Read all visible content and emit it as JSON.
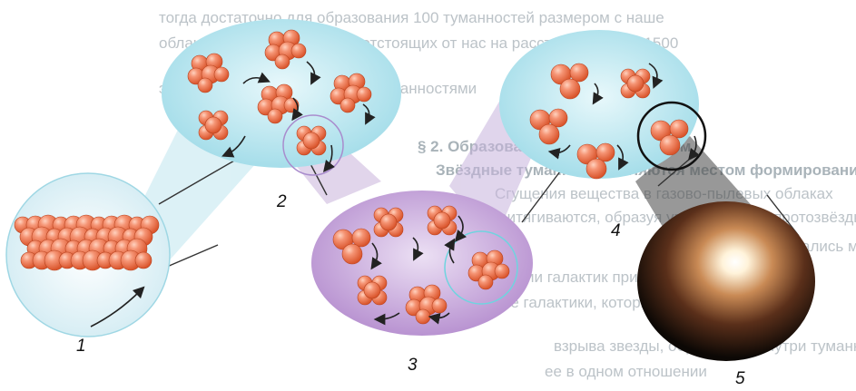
{
  "background_text": [
    "тогда достаточно для образования 100 туманностей размером с наше",
    "облака Вселенной. Одна из отстоящих от нас на расстояние около 1500",
    "эволюции галактик связаны с туманностями",
    "§ 2. Образование звёзд и их систем",
    "Звёздные туманности являются местом формирования звёзд.",
    "Сгущения вещества в газово-пылевых облаках",
    "притягиваются, образуя уплотнения — протозвёзды",
    "так образовались молодые звёзды",
    "эволюции галактик при помощи тяготения",
    "в ядре галактики, который называется",
    "взрыва звезды, образуемой внутри туманности",
    "ее в одном отношении"
  ],
  "stages": [
    {
      "id": 1,
      "label": "1"
    },
    {
      "id": 2,
      "label": "2"
    },
    {
      "id": 3,
      "label": "3"
    },
    {
      "id": 4,
      "label": "4"
    },
    {
      "id": 5,
      "label": "5"
    }
  ],
  "colors": {
    "cloud_cyan": "#b9e6ef",
    "cloud_violet": "#c7a8d9",
    "cloud_light": "#dff3f7",
    "particle": "#e8724a",
    "particle_highlight": "#ffd2bf",
    "arrow": "#222222",
    "ring": "#6fd4df"
  }
}
